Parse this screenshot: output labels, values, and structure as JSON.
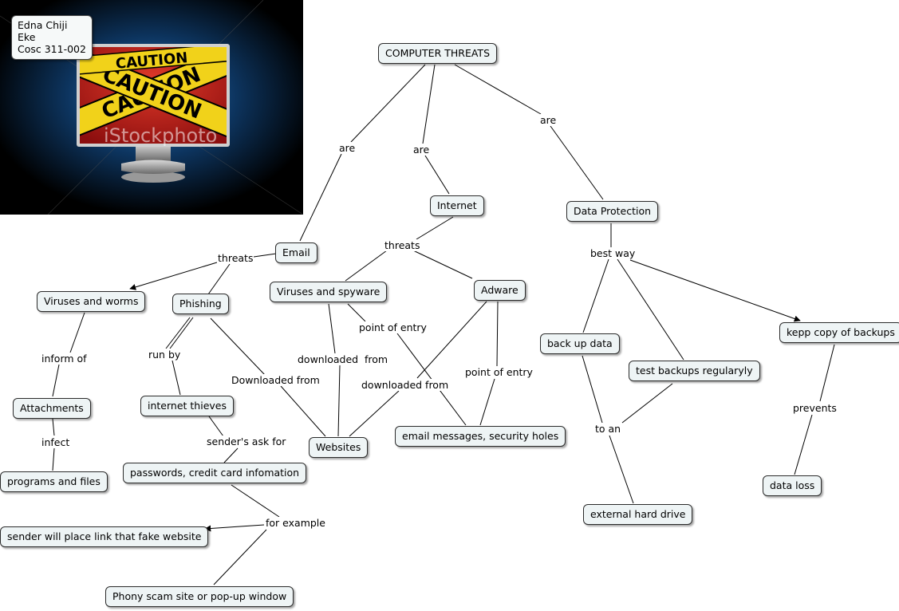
{
  "author": {
    "name": "Edna Chiji Eke",
    "course": "Cosc 311-002"
  },
  "image": {
    "tape_text": "CAUTION",
    "watermark": "iStockphoto"
  },
  "nodes": {
    "computer_threats": "COMPUTER THREATS",
    "email": "Email",
    "internet": "Internet",
    "data_protection": "Data Protection",
    "viruses_worms": "Viruses and worms",
    "phishing": "Phishing",
    "viruses_spyware": "Viruses and spyware",
    "adware": "Adware",
    "back_up_data": "back up data",
    "test_backups": "test backups regularyly",
    "kepp_copy": "kepp copy of backups",
    "attachments": "Attachments",
    "internet_thieves": "internet thieves",
    "websites": "Websites",
    "email_messages": "email messages, security holes",
    "programs_files": "programs and files",
    "passwords": "passwords, credit card infomation",
    "data_loss": "data loss",
    "external_drive": "external hard drive",
    "fake_website": "sender will place link that fake website",
    "phony_site": "Phony scam site or pop-up window"
  },
  "links": {
    "are_email": "are",
    "are_internet": "are",
    "are_data": "are",
    "threats_email": "threats",
    "threats_internet": "threats",
    "best_way": "best way",
    "inform_of": "inform of",
    "run_by": "run by",
    "downloaded_from_phishing": "Downloaded from",
    "downloaded_from_viruses": "downloaded  from",
    "point_of_entry_viruses": "point of entry",
    "downloaded_from_adware": "downloaded from",
    "point_of_entry_adware": "point of entry",
    "infect": "infect",
    "senders_ask_for": "sender's ask for",
    "for_example": "for example",
    "to_an": "to an",
    "prevents": "prevents"
  }
}
